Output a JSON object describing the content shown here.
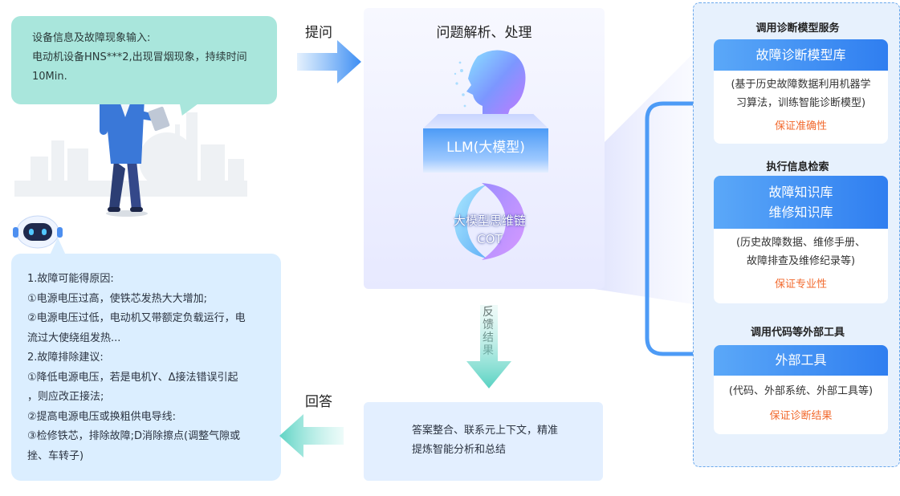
{
  "question": {
    "lines": [
      "设备信息及故障现象输入:",
      "电动机设备HNS***2,出现冒烟现象，持续时间",
      "10Min."
    ]
  },
  "answer": {
    "lines": [
      "1.故障可能得原因:",
      "①电源电压过高，使铁芯发热大大增加;",
      "②电源电压过低，电动机又带额定负载运行，电",
      "流过大使绕组发热...",
      "2.故障排除建议:",
      "①降低电源电压，若是电机Y、Δ接法错误引起",
      "，则应改正接法;",
      "②提高电源电压或换粗供电导线:",
      "③检修铁芯，排除故障;D消除擦点(调整气隙或",
      "挫、车转子)"
    ]
  },
  "arrows": {
    "ask": "提问",
    "reply": "回答",
    "feedback": [
      "反",
      "馈",
      "结",
      "果"
    ]
  },
  "process": {
    "title": "问题解析、处理",
    "llm": "LLM(大模型)",
    "cot": [
      "大模型思维链",
      "COT"
    ]
  },
  "summary": {
    "lines": [
      "答案整合、联系元上下文，精准",
      "提炼智能分析和总结"
    ]
  },
  "services": [
    {
      "section": "调用诊断模型服务",
      "head": [
        "故障诊断模型库"
      ],
      "desc": [
        "(基于历史故障数据利用机器学",
        "习算法，训练智能诊断模型)"
      ],
      "foot": "保证准确性"
    },
    {
      "section": "执行信息检索",
      "head": [
        "故障知识库",
        "维修知识库"
      ],
      "desc": [
        "(历史故障数据、维修手册、",
        "故障排查及维修纪录等)"
      ],
      "foot": "保证专业性"
    },
    {
      "section": "调用代码等外部工具",
      "head": [
        "外部工具"
      ],
      "desc": [
        "(代码、外部系统、外部工具等)"
      ],
      "foot": "保证诊断结果"
    }
  ],
  "colors": {
    "question_bg": "#a9e6dc",
    "answer_bg": "#dbeeff",
    "accent_blue": "#2f7ef0",
    "accent_orange": "#f26a2e"
  }
}
